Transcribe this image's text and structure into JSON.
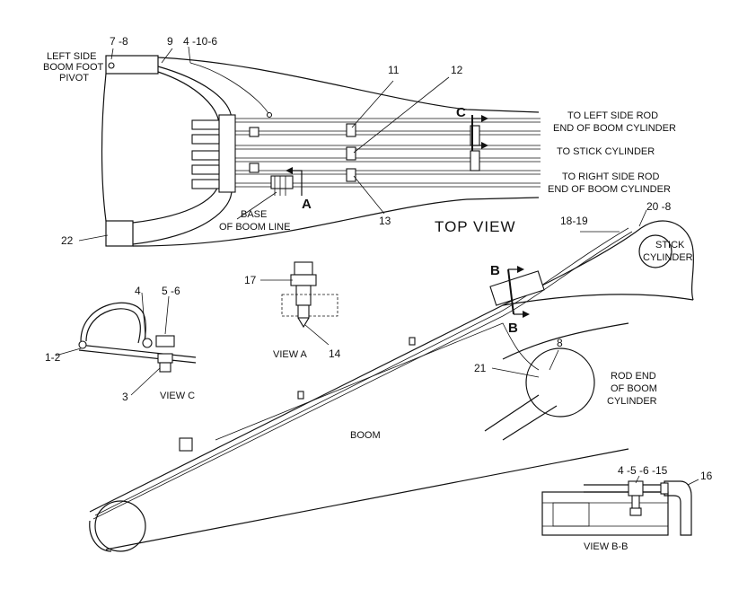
{
  "labels": {
    "left_side_1": "LEFT SIDE",
    "left_side_2": "BOOM FOOT",
    "left_side_3": "PIVOT",
    "to_left_rod_1": "TO LEFT SIDE ROD",
    "to_left_rod_2": "END OF BOOM CYLINDER",
    "to_stick": "TO STICK CYLINDER",
    "to_right_rod_1": "TO RIGHT SIDE ROD",
    "to_right_rod_2": "END OF BOOM CYLINDER",
    "base_1": "BASE",
    "base_2": "OF BOOM LINE",
    "top_view": "TOP VIEW",
    "stick_cyl_1": "STICK",
    "stick_cyl_2": "CYLINDER",
    "rod_end_1": "ROD END",
    "rod_end_2": "OF BOOM",
    "rod_end_3": "CYLINDER",
    "boom": "BOOM",
    "view_a": "VIEW  A",
    "view_c": "VIEW C",
    "view_bb": "VIEW  B-B"
  },
  "callouts": {
    "c78": "7 -8",
    "c9": "9",
    "c4106": "4 -10-6",
    "c11": "11",
    "c12": "12",
    "c13": "13",
    "c22": "22",
    "c1819": "18-19",
    "c208": "20 -8",
    "c17": "17",
    "c14": "14",
    "c4": "4",
    "c56": "5 -6",
    "c12b": "1-2",
    "c3": "3",
    "c8": "8",
    "c21": "21",
    "c45615": "4 -5 -6 -15",
    "c16": "16"
  },
  "section_arrows": {
    "a": "A",
    "b_top": "B",
    "b_bottom": "B",
    "c": "C"
  }
}
